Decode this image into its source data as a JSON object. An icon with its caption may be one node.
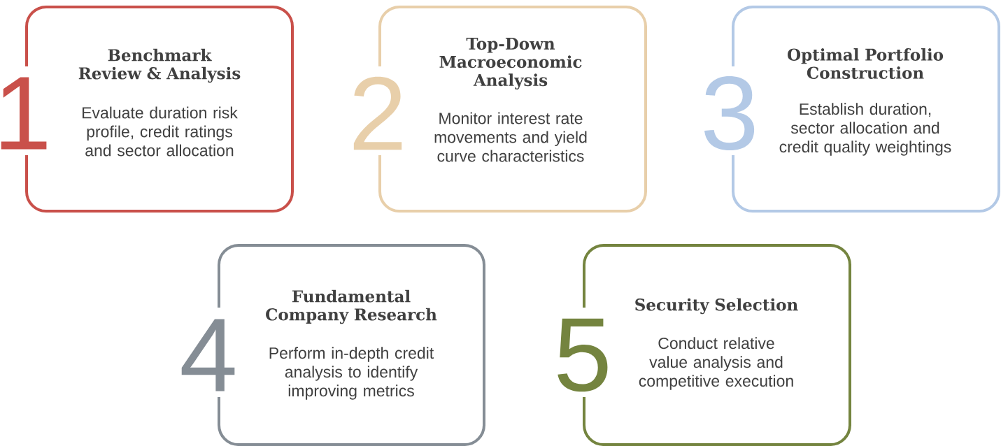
{
  "diagram": {
    "nodes": [
      {
        "text": [
          "Benchmark Review & Analysis",
          "Evaluate duration risk profile, credit ratings and sector allocation"
        ],
        "beside": [
          "1"
        ]
      },
      {
        "text": [
          "Top-Down Macroeconomic Analysis",
          "Monitor interest rate movements and yield curve characteristics"
        ],
        "beside": [
          "2"
        ]
      },
      {
        "text": [
          "Optimal Portfolio Construction",
          "Establish duration, sector allocation and credit quality weightings"
        ],
        "beside": [
          "3"
        ]
      },
      {
        "text": [
          "Fundamental Company Research",
          "Perform in-depth credit analysis to identify improving metrics"
        ],
        "beside": [
          "4"
        ]
      },
      {
        "text": [
          "Security Selection",
          "Conduct relative value analysis and competitive execution"
        ],
        "beside": [
          "5"
        ]
      }
    ]
  }
}
